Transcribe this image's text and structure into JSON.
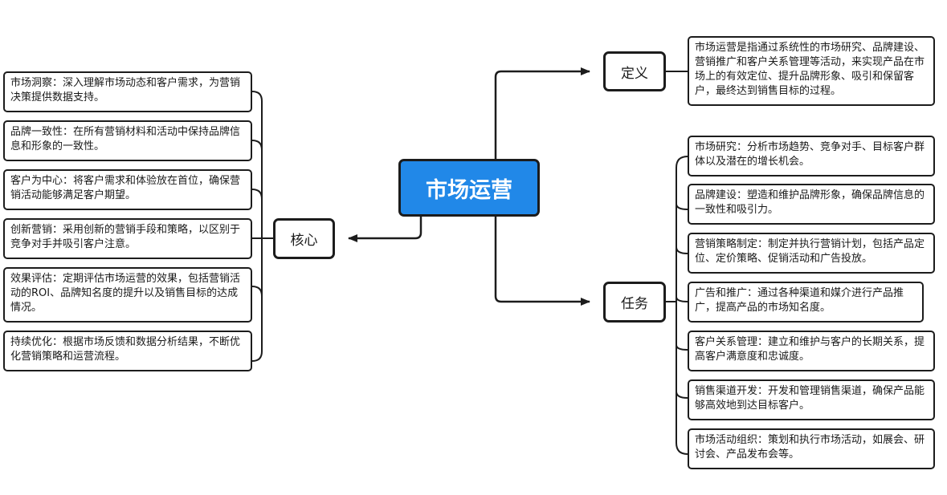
{
  "root": {
    "label": "市场运营"
  },
  "definition": {
    "label": "定义",
    "text": "市场运营是指通过系统性的市场研究、品牌建设、营销推广和客户关系管理等活动，来实现产品在市场上的有效定位、提升品牌形象、吸引和保留客户，最终达到销售目标的过程。"
  },
  "core": {
    "label": "核心",
    "items": [
      "市场洞察：深入理解市场动态和客户需求，为营销决策提供数据支持。",
      "品牌一致性：在所有营销材料和活动中保持品牌信息和形象的一致性。",
      "客户为中心：将客户需求和体验放在首位，确保营销活动能够满足客户期望。",
      "创新营销：采用创新的营销手段和策略，以区别于竞争对手并吸引客户注意。",
      "效果评估：定期评估市场运营的效果，包括营销活动的ROI、品牌知名度的提升以及销售目标的达成情况。",
      "持续优化：根据市场反馈和数据分析结果，不断优化营销策略和运营流程。"
    ]
  },
  "tasks": {
    "label": "任务",
    "items": [
      "市场研究：分析市场趋势、竞争对手、目标客户群体以及潜在的增长机会。",
      "品牌建设：塑造和维护品牌形象，确保品牌信息的一致性和吸引力。",
      "营销策略制定：制定并执行营销计划，包括产品定位、定价策略、促销活动和广告投放。",
      "广告和推广：通过各种渠道和媒介进行产品推广，提高产品的市场知名度。",
      "客户关系管理：建立和维护与客户的长期关系，提高客户满意度和忠诚度。",
      "销售渠道开发：开发和管理销售渠道，确保产品能够高效地到达目标客户。",
      "市场活动组织：策划和执行市场活动，如展会、研讨会、产品发布会等。"
    ]
  },
  "colors": {
    "root_fill": "#2188e8",
    "border": "#1c1c1c",
    "connector": "#1c1c1c"
  }
}
